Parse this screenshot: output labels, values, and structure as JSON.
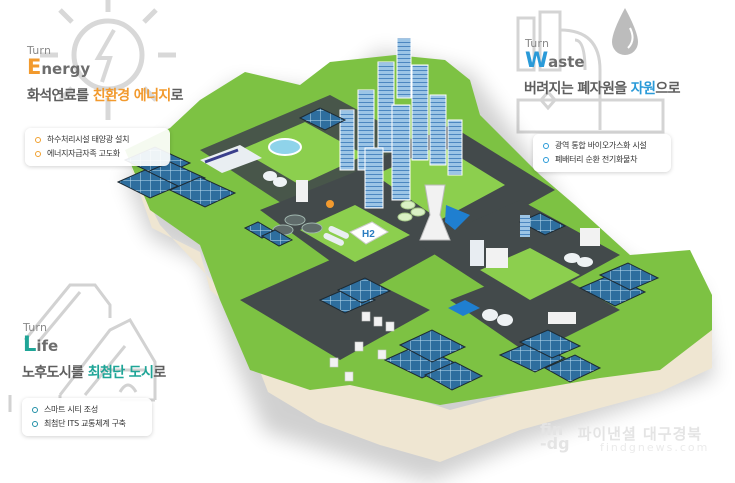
{
  "colors": {
    "energy_accent": "#f29a2e",
    "waste_accent": "#2a9ad8",
    "life_accent": "#1fa597",
    "heading_gray": "#5e5e5e",
    "grass": "#7dc243",
    "road": "#434a4b",
    "cliff": "#efe6d2",
    "solar": "#2e6e9e"
  },
  "panels": {
    "energy": {
      "icon": "sun-lightning-icon",
      "turn": "Turn",
      "word_cap": "E",
      "word_rest": "nergy",
      "headline_pre": "화석연료를 ",
      "headline_hl": "친환경 에너지",
      "headline_post": "로",
      "bullets": [
        "하수처리시설 태양광 설치",
        "에너지자급자족 고도화"
      ]
    },
    "waste": {
      "icon": "recycle-water-drop-icon",
      "turn": "Turn",
      "word_cap": "W",
      "word_rest": "aste",
      "headline_pre": "버려지는 폐자원을 ",
      "headline_hl": "자원",
      "headline_post": "으로",
      "bullets": [
        "광역 통합 바이오가스화 시설",
        "폐배터리 순환 전기화물차"
      ]
    },
    "life": {
      "icon": "house-outline-icon",
      "turn": "Turn",
      "word_cap": "L",
      "word_rest": "ife",
      "headline_pre": "노후도시를 ",
      "headline_hl": "최첨단 도시",
      "headline_post": "로",
      "bullets": [
        "스마트 시티 조성",
        "최첨단 ITS 교통체계 구축"
      ]
    }
  },
  "map": {
    "hydrogen_label": "H2"
  },
  "watermark": {
    "logo": "fin -dg",
    "name": "파이낸셜 대구경북",
    "url": "findgnews.com"
  }
}
